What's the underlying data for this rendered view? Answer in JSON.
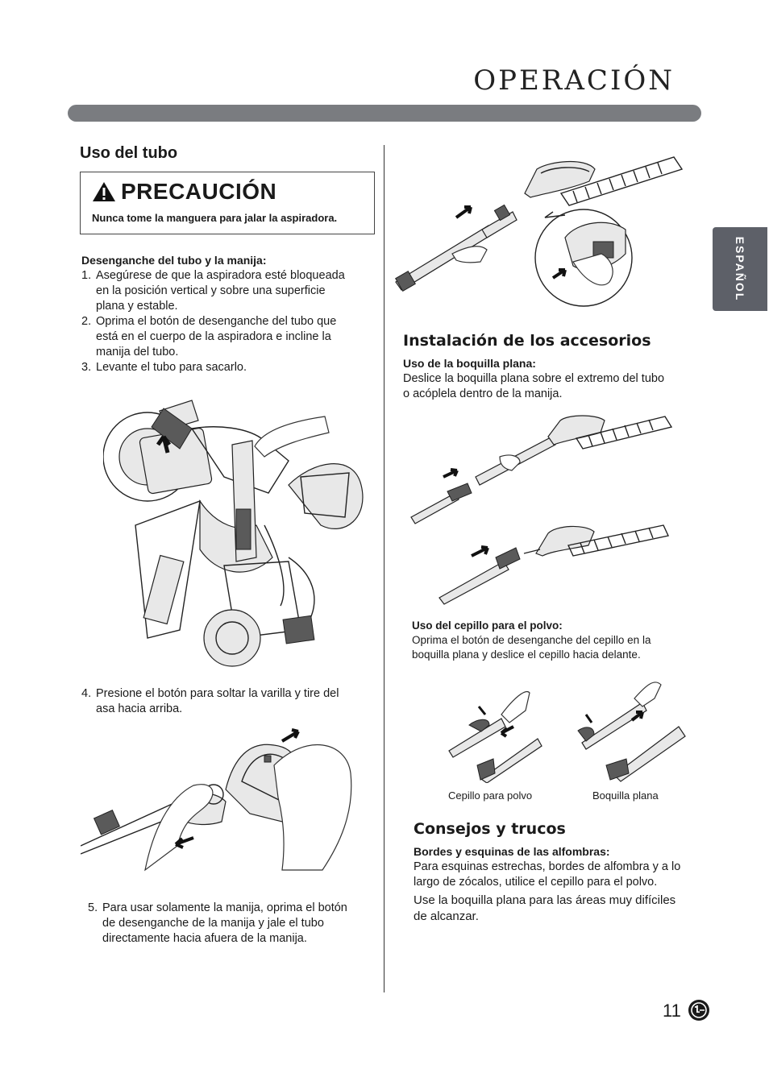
{
  "header": {
    "title": "OPERACIÓN"
  },
  "side_tab": {
    "label": "ESPAÑOL"
  },
  "left": {
    "section_title": "Uso del tubo",
    "caution": {
      "heading": "PRECAUCIÓN",
      "text": "Nunca tome la manguera para jalar la aspiradora."
    },
    "subheading": "Desenganche del tubo y la manija:",
    "steps": [
      {
        "num": "1.",
        "lines": [
          "Asegúrese de que la aspiradora esté bloqueada",
          "en la posición vertical y sobre una superficie",
          "plana y estable."
        ]
      },
      {
        "num": "2.",
        "lines": [
          "Oprima el botón de desenganche del tubo que",
          "está en el cuerpo de la aspiradora e incline la",
          "manija del tubo."
        ]
      },
      {
        "num": "3.",
        "lines": [
          "Levante el tubo para sacarlo."
        ]
      }
    ],
    "step4": {
      "num": "4.",
      "lines": [
        "Presione el botón para soltar la varilla y tire del",
        "asa hacia arriba."
      ]
    },
    "step5": {
      "num": "5.",
      "lines": [
        "Para usar solamente la manija, oprima el botón",
        "de desenganche de la manija y jale el tubo",
        "directamente hacia afuera de la manija."
      ]
    }
  },
  "right": {
    "accessories_title": "Instalación de los accesorios",
    "flat_nozzle": {
      "heading": "Uso de la boquilla plana:",
      "lines": [
        "Deslice la boquilla plana sobre el extremo del tubo",
        "o acóplela dentro de la manija."
      ]
    },
    "dust_brush": {
      "heading": "Uso del cepillo para el polvo:",
      "lines": [
        "Oprima el botón de desenganche del cepillo en la",
        "boquilla plana y deslice el cepillo hacia delante."
      ]
    },
    "captions": [
      "Cepillo para polvo",
      "Boquilla plana"
    ],
    "tips_title": "Consejos y trucos",
    "tips": {
      "heading": "Bordes y esquinas de las alfombras:",
      "lines": [
        "Para esquinas estrechas, bordes de alfombra y a lo",
        "largo de zócalos, utilice el cepillo para el polvo."
      ],
      "lines2": [
        "Use la boquilla plana para las áreas muy difíciles",
        "de alcanzar."
      ]
    }
  },
  "footer": {
    "page_number": "11",
    "logo": "lg-logo"
  },
  "colors": {
    "title_bar": "#7a7c80",
    "side_tab": "#5d6068"
  }
}
